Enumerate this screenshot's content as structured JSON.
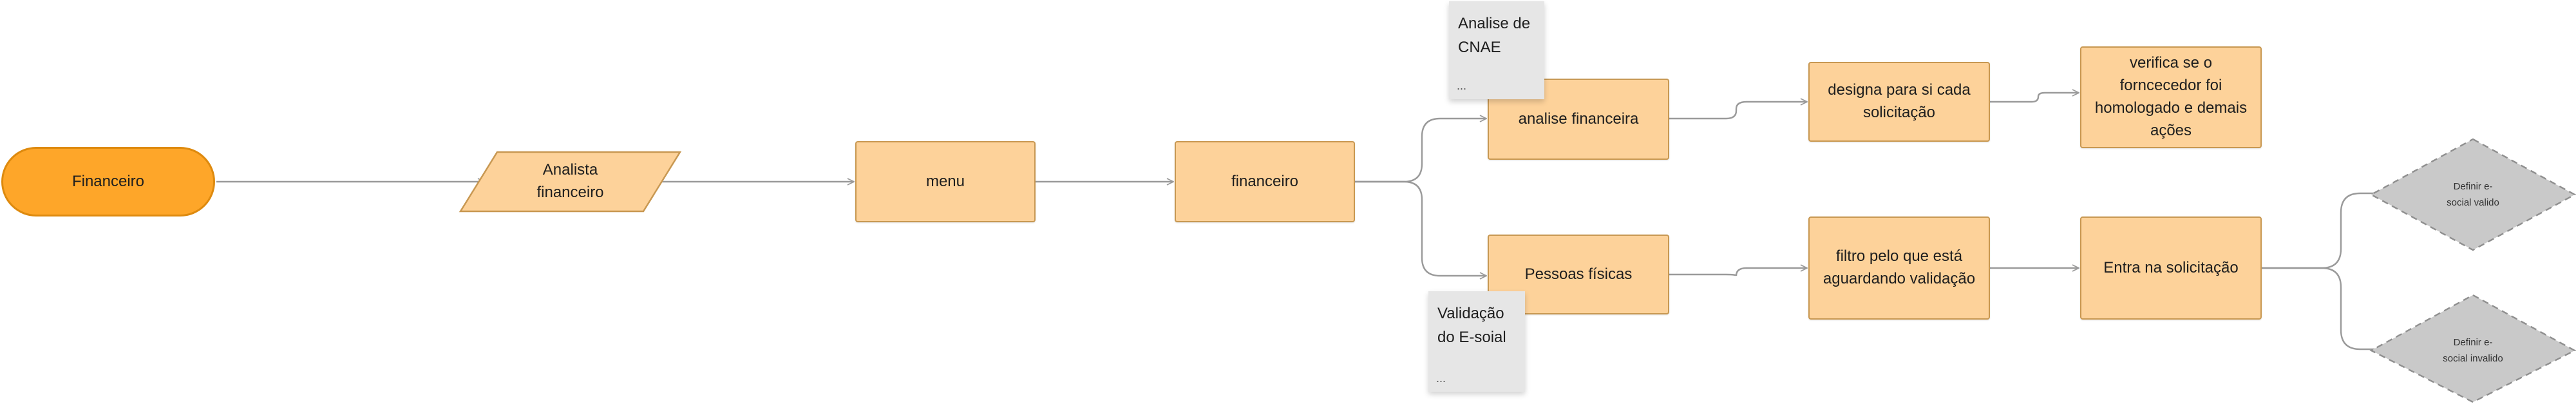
{
  "diagram": {
    "type": "flowchart",
    "start": {
      "label": "Financeiro"
    },
    "analyst": {
      "label": "Analista\nfinanceiro"
    },
    "menu": {
      "label": "menu"
    },
    "financeiro": {
      "label": "financeiro"
    },
    "analise_financeira": {
      "label": "analise financeira"
    },
    "pessoas_fisicas": {
      "label": "Pessoas físicas"
    },
    "designa": {
      "label": "designa para si cada\nsolicitação"
    },
    "verifica": {
      "label": "verifica se o\nforncecedor foi\nhomologado e demais\nações"
    },
    "filtro": {
      "label": "filtro pelo que está\naguardando validação"
    },
    "entra": {
      "label": "Entra na solicitação"
    },
    "decision_valid": {
      "label": "Definir e-\nsocial valido"
    },
    "decision_invalid": {
      "label": "Definir e-\nsocial invalido"
    },
    "note_cnae": {
      "text": "Analise de\nCNAE",
      "more": "..."
    },
    "note_esocial": {
      "text": "Validação\ndo E-soial",
      "more": "..."
    },
    "colors": {
      "start_fill": "#fea629",
      "process_fill": "#fdd29a",
      "process_border": "#c89852",
      "decision_fill": "#c9c9c9",
      "note_fill": "#e6e6e6",
      "connector": "#9a9a9a"
    }
  }
}
